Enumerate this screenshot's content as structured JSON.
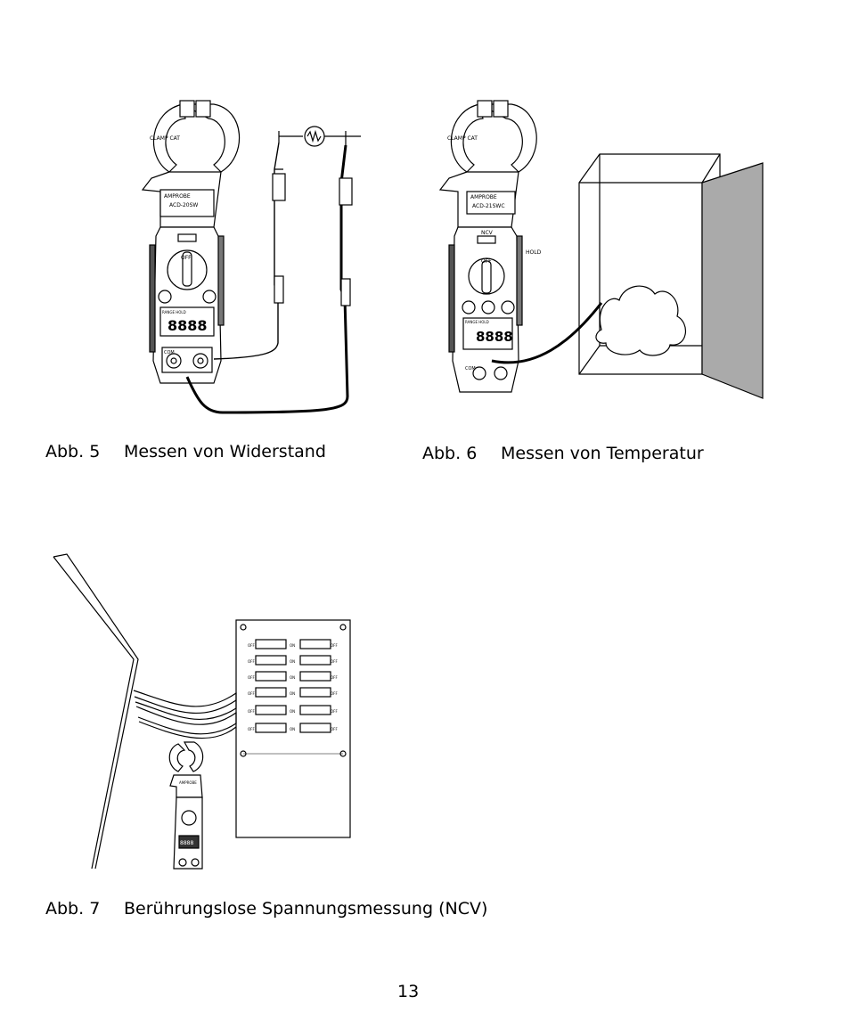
{
  "captions": [
    {
      "num": "Abb. 5",
      "text": "Messen von Widerstand"
    },
    {
      "num": "Abb. 6",
      "text": "Messen von Temperatur"
    },
    {
      "num": "Abb. 7",
      "text": "Berührungslose Spannungsmessung (NCV)"
    }
  ],
  "page_number": "13",
  "figures": {
    "fig5": {
      "brand": "AMPROBE",
      "model": "ACD-20SW",
      "clamp_label": "CLAMP CAT",
      "lcd_digits": "8888",
      "com_label": "COM",
      "range_hold": "RANGE HOLD",
      "off_label": "OFF"
    },
    "fig6": {
      "brand": "AMPROBE",
      "model": "ACD-21SWC",
      "clamp_label": "CLAMP CAT",
      "lcd_digits": "8888",
      "com_label": "COM",
      "ncv_label": "NCV",
      "hold_label": "HOLD",
      "off_label": "OFF",
      "range_hold": "RANGE HOLD"
    },
    "fig7": {
      "brand": "AMPROBE",
      "off_label": "OFF",
      "on_label": "ON",
      "lcd_digits": "8888"
    }
  }
}
